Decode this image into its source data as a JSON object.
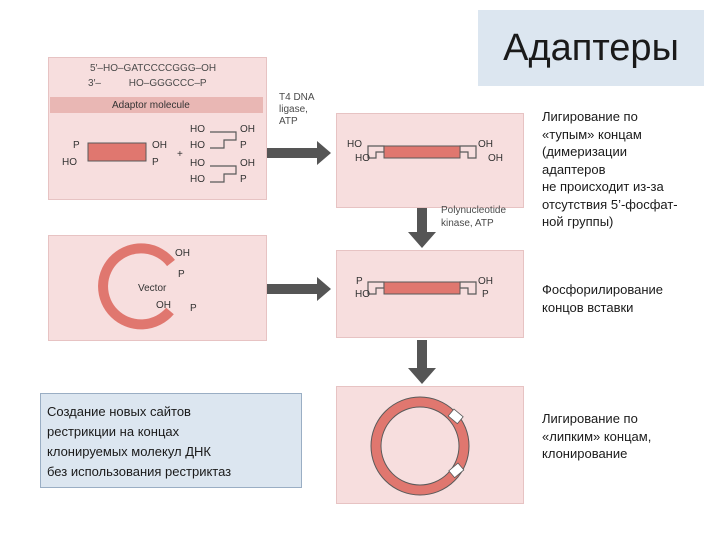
{
  "title": "Адаптеры",
  "panel1": {
    "seq_top": "5′–HO–GATCCCCGGG–OH",
    "seq_bottom": "3′–          HO–GGGCCC–P",
    "header": "Adaptor molecule",
    "left_P": "P",
    "left_HO": "HO",
    "left_OH": "OH",
    "left_P2": "P",
    "plus": "+",
    "ad1_HO_top": "HO",
    "ad1_OH": "OH",
    "ad1_HO_bot": "HO",
    "ad1_P": "P",
    "ad2_HO_top": "HO",
    "ad2_OH": "OH",
    "ad2_HO_bot": "HO",
    "ad2_P": "P"
  },
  "step1_label": [
    "T4 DNA",
    "ligase,",
    "ATP"
  ],
  "panel2": {
    "HO_top": "HO",
    "HO_bot": "HO",
    "OH_top": "OH",
    "OH_bot": "OH"
  },
  "step2_label": [
    "Polynucleotide",
    "kinase, ATP"
  ],
  "panel3": {
    "OH": "OH",
    "P": "P",
    "vector": "Vector",
    "OH2": "OH",
    "P2": "P"
  },
  "panel4": {
    "P_top": "P",
    "HO_bot": "HO",
    "OH_top": "OH",
    "P_bot": "P"
  },
  "right_text": {
    "block1": [
      "Лигирование по",
      "«тупым» концам",
      "(димеризации",
      "адаптеров",
      "не происходит из-за",
      "отсутствия 5’-фосфат-",
      "ной группы)"
    ],
    "block2": [
      "Фосфорилирование",
      "концов вставки"
    ],
    "block3": [
      "Лигирование по",
      "«липким» концам,",
      "клонирование"
    ]
  },
  "note_box": [
    "Создание новых сайтов",
    "рестрикции на концах",
    "клонируемых молекул ДНК",
    "без использования рестриктаз"
  ],
  "colors": {
    "panel": "#f7dede",
    "accent": "#e0776f",
    "arrow": "#555555",
    "note_bg": "#dce6f0"
  }
}
